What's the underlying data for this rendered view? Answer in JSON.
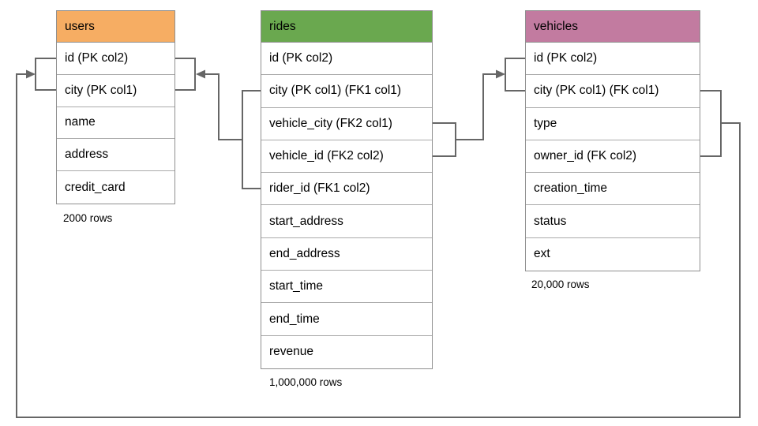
{
  "diagram": {
    "title": "database schema diagram",
    "line_color": "#666666",
    "table_border_color": "#8f8f8f"
  },
  "tables": {
    "users": {
      "title": "users",
      "header_color": "#f6ad63",
      "columns": [
        "id (PK col2)",
        "city (PK col1)",
        "name",
        "address",
        "credit_card"
      ],
      "rows_label": "2000 rows"
    },
    "rides": {
      "title": "rides",
      "header_color": "#6aa84f",
      "columns": [
        "id (PK col2)",
        "city (PK col1) (FK1 col1)",
        "vehicle_city (FK2 col1)",
        "vehicle_id (FK2 col2)",
        "rider_id (FK1 col2)",
        "start_address",
        "end_address",
        "start_time",
        "end_time",
        "revenue"
      ],
      "rows_label": "1,000,000 rows"
    },
    "vehicles": {
      "title": "vehicles",
      "header_color": "#c27ba0",
      "columns": [
        "id (PK col2)",
        "city (PK col1) (FK col1)",
        "type",
        "owner_id (FK col2)",
        "creation_time",
        "status",
        "ext"
      ],
      "rows_label": "20,000 rows"
    }
  },
  "relationships": [
    {
      "name": "FK1",
      "from": "rides (city, rider_id)",
      "to": "users (id, city)"
    },
    {
      "name": "FK2",
      "from": "rides (vehicle_city, vehicle_id)",
      "to": "vehicles (id, city)"
    },
    {
      "name": "FK",
      "from": "vehicles (city, owner_id)",
      "to": "users (id, city)"
    }
  ]
}
